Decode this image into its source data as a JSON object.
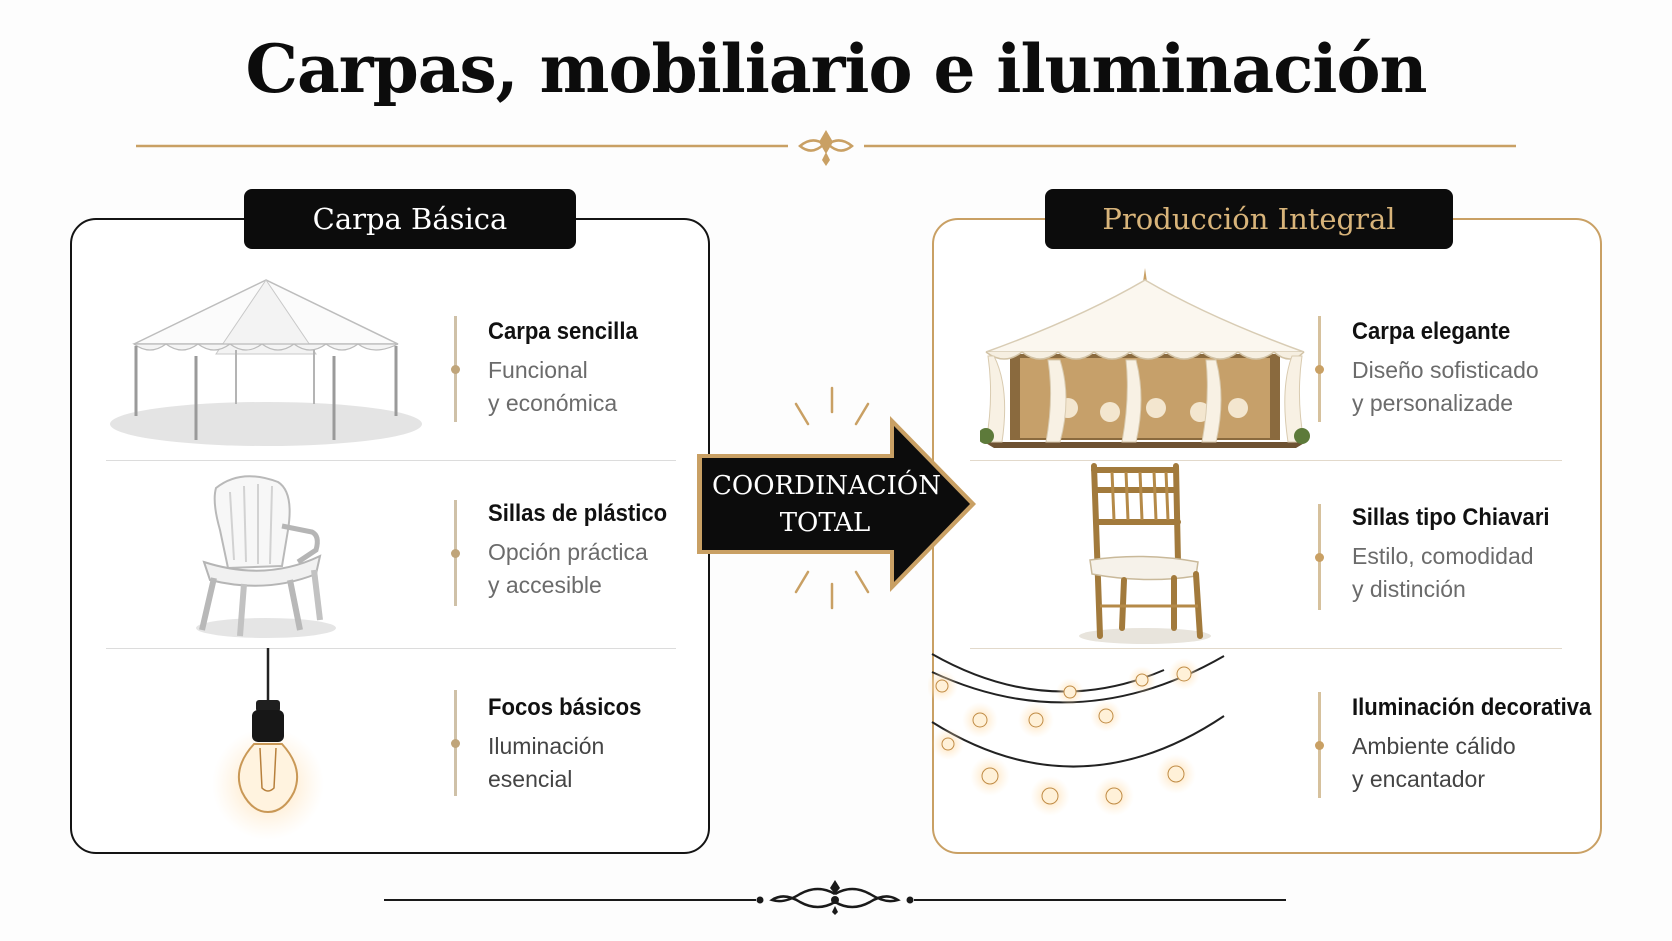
{
  "title": "Carpas, mobiliario e iluminación",
  "colors": {
    "gold": "#c9a064",
    "black": "#0c0c0c",
    "badge_right_text": "#d8b47a"
  },
  "basic": {
    "badge": "Carpa Básica",
    "items": [
      {
        "icon": "tent-icon",
        "title": "Carpa sencilla",
        "desc1": "Funcional",
        "desc2": "y económica"
      },
      {
        "icon": "plastic-chair-icon",
        "title": "Sillas de plástico",
        "desc1": "Opción práctica",
        "desc2": "y accesible"
      },
      {
        "icon": "light-bulb-icon",
        "title": "Focos básicos",
        "desc1": "Iluminación",
        "desc2": "esencial"
      }
    ]
  },
  "center": {
    "line1": "COORDINACIÓN",
    "line2": "TOTAL"
  },
  "integral": {
    "badge": "Producción Integral",
    "items": [
      {
        "icon": "elegant-tent-icon",
        "title": "Carpa elegante",
        "desc1": "Diseño sofisticado",
        "desc2": "y personalizade"
      },
      {
        "icon": "chiavari-chair-icon",
        "title": "Sillas tipo Chiavari",
        "desc1": "Estilo, comodidad",
        "desc2": "y distinción"
      },
      {
        "icon": "string-lights-icon",
        "title": "Iluminación decorativa",
        "desc1": "Ambiente cálido",
        "desc2": "y encantador"
      }
    ]
  }
}
